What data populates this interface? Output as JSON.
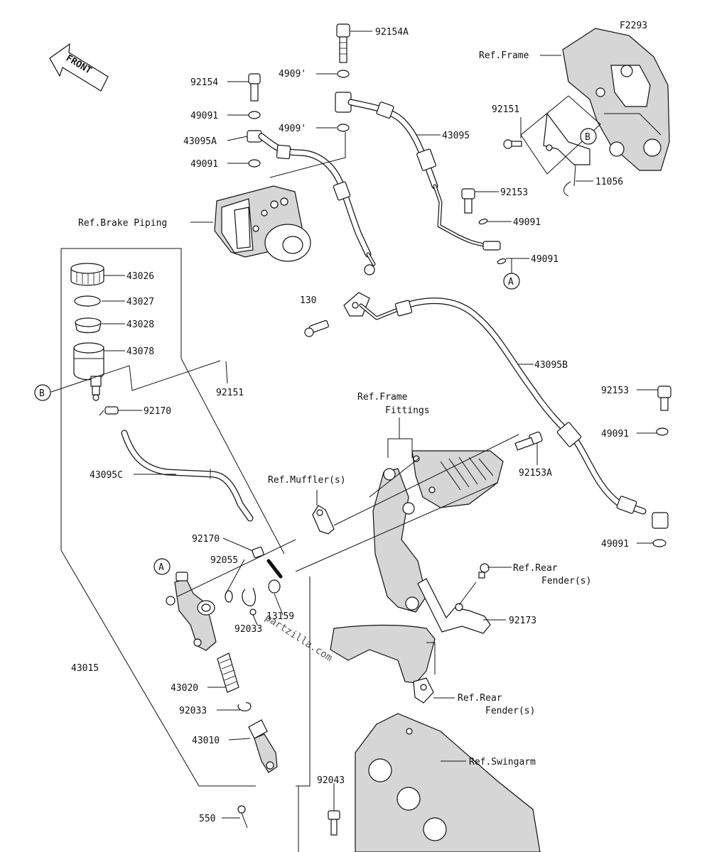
{
  "diagram": {
    "code": "F2293",
    "front_label": "FRONT",
    "watermark": "partzilla.com",
    "labels": [
      {
        "id": "92154A",
        "text": "92154A"
      },
      {
        "id": "92154",
        "text": "92154"
      },
      {
        "id": "4909a",
        "text": "4909'"
      },
      {
        "id": "49091a",
        "text": "49091"
      },
      {
        "id": "4909b",
        "text": "4909'"
      },
      {
        "id": "43095A",
        "text": "43095A"
      },
      {
        "id": "49091b",
        "text": "49091"
      },
      {
        "id": "43095",
        "text": "43095"
      },
      {
        "id": "ref-frame",
        "text": "Ref.Frame"
      },
      {
        "id": "92151a",
        "text": "92151"
      },
      {
        "id": "11056",
        "text": "11056"
      },
      {
        "id": "92153a",
        "text": "92153"
      },
      {
        "id": "49091c",
        "text": "49091"
      },
      {
        "id": "49091d",
        "text": "49091"
      },
      {
        "id": "ref-brake-piping",
        "text": "Ref.Brake Piping"
      },
      {
        "id": "43026",
        "text": "43026"
      },
      {
        "id": "43027",
        "text": "43027"
      },
      {
        "id": "43028",
        "text": "43028"
      },
      {
        "id": "130",
        "text": "130"
      },
      {
        "id": "43078",
        "text": "43078"
      },
      {
        "id": "92151b",
        "text": "92151"
      },
      {
        "id": "43095B",
        "text": "43095B"
      },
      {
        "id": "92153b",
        "text": "92153"
      },
      {
        "id": "49091e",
        "text": "49091"
      },
      {
        "id": "92170a",
        "text": "92170"
      },
      {
        "id": "ref-frame-fittings-1",
        "text": "Ref.Frame"
      },
      {
        "id": "ref-frame-fittings-2",
        "text": "Fittings"
      },
      {
        "id": "92153A",
        "text": "92153A"
      },
      {
        "id": "43095C",
        "text": "43095C"
      },
      {
        "id": "ref-mufflers",
        "text": "Ref.Muffler(s)"
      },
      {
        "id": "49091f",
        "text": "49091"
      },
      {
        "id": "92170b",
        "text": "92170"
      },
      {
        "id": "ref-rear-fender-1a",
        "text": "Ref.Rear"
      },
      {
        "id": "ref-rear-fender-1b",
        "text": "Fender(s)"
      },
      {
        "id": "92055",
        "text": "92055"
      },
      {
        "id": "13159",
        "text": "13159"
      },
      {
        "id": "92033a",
        "text": "92033"
      },
      {
        "id": "92173",
        "text": "92173"
      },
      {
        "id": "43015",
        "text": "43015"
      },
      {
        "id": "ref-rear-fender-2a",
        "text": "Ref.Rear"
      },
      {
        "id": "ref-rear-fender-2b",
        "text": "Fender(s)"
      },
      {
        "id": "43020",
        "text": "43020"
      },
      {
        "id": "92033b",
        "text": "92033"
      },
      {
        "id": "43010",
        "text": "43010"
      },
      {
        "id": "ref-swingarm",
        "text": "Ref.Swingarm"
      },
      {
        "id": "92043",
        "text": "92043"
      },
      {
        "id": "550",
        "text": "550"
      }
    ],
    "callouts": [
      {
        "id": "callout-B-top",
        "text": "B"
      },
      {
        "id": "callout-A-top",
        "text": "A"
      },
      {
        "id": "callout-B-left",
        "text": "B"
      },
      {
        "id": "callout-A-left",
        "text": "A"
      }
    ]
  }
}
